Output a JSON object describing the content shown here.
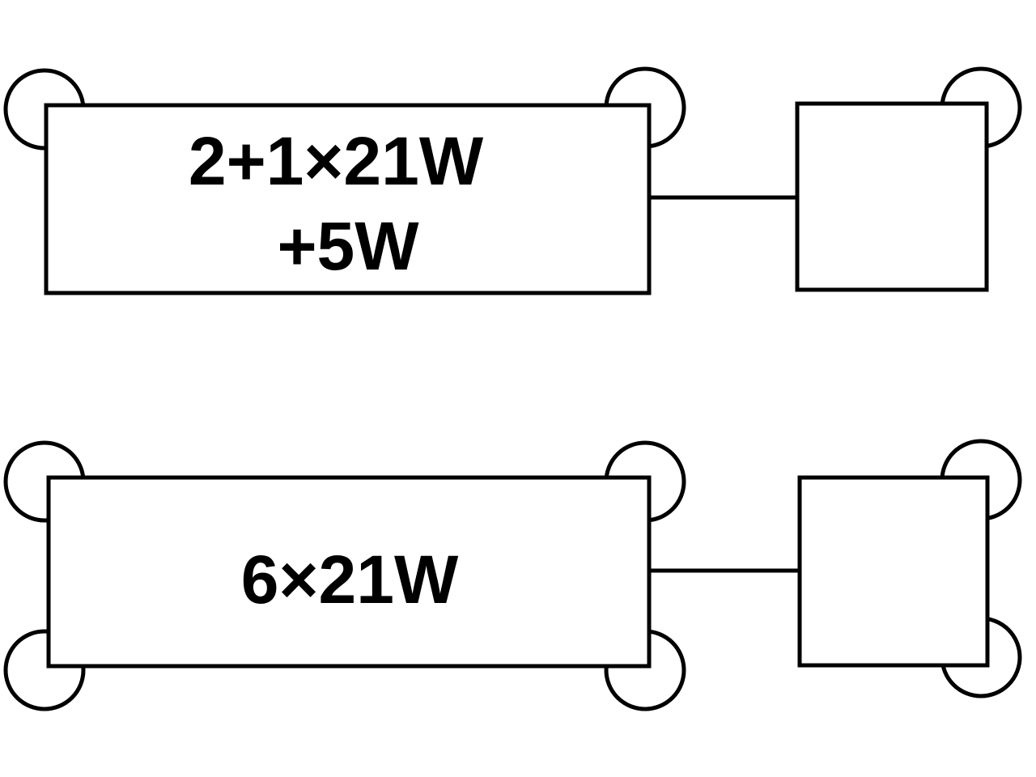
{
  "diagram": {
    "top_module": {
      "label_line1": "2+1×21W",
      "label_line2": "+5W"
    },
    "bottom_module": {
      "label": "6×21W"
    }
  },
  "colors": {
    "stroke": "#000000",
    "background": "#ffffff"
  }
}
